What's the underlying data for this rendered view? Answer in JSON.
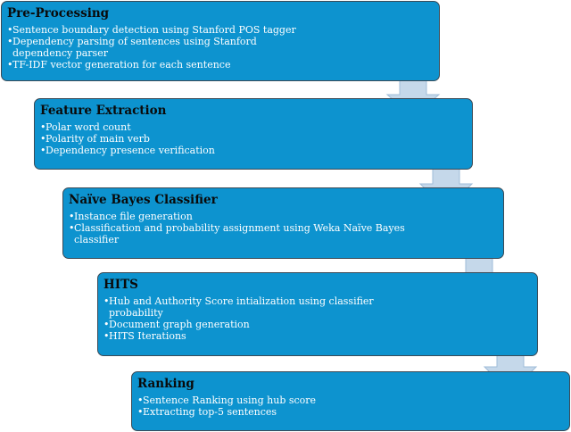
{
  "colors": {
    "box_fill": "#0d93cf",
    "box_border": "#3b4a56",
    "arrow_fill": "#c5d8ea",
    "arrow_stroke": "#9fbcd8"
  },
  "stages": [
    {
      "title": "Pre-Processing",
      "bullets": [
        "Sentence boundary detection using Stanford POS tagger",
        "Dependency parsing of sentences using Stanford dependency parser",
        "TF-IDF vector generation for each sentence"
      ]
    },
    {
      "title": "Feature Extraction",
      "bullets": [
        "Polar word count",
        "Polarity of main verb",
        "Dependency presence verification"
      ]
    },
    {
      "title": "Naïve Bayes Classifier",
      "bullets": [
        "Instance file generation",
        "Classification and probability  assignment using Weka Naïve Bayes classifier"
      ]
    },
    {
      "title": "HITS",
      "bullets": [
        "Hub and Authority Score intialization using classifier probability",
        "Document graph generation",
        "HITS Iterations"
      ]
    },
    {
      "title": "Ranking",
      "bullets": [
        "Sentence Ranking using hub score",
        "Extracting top-5 sentences"
      ]
    }
  ]
}
